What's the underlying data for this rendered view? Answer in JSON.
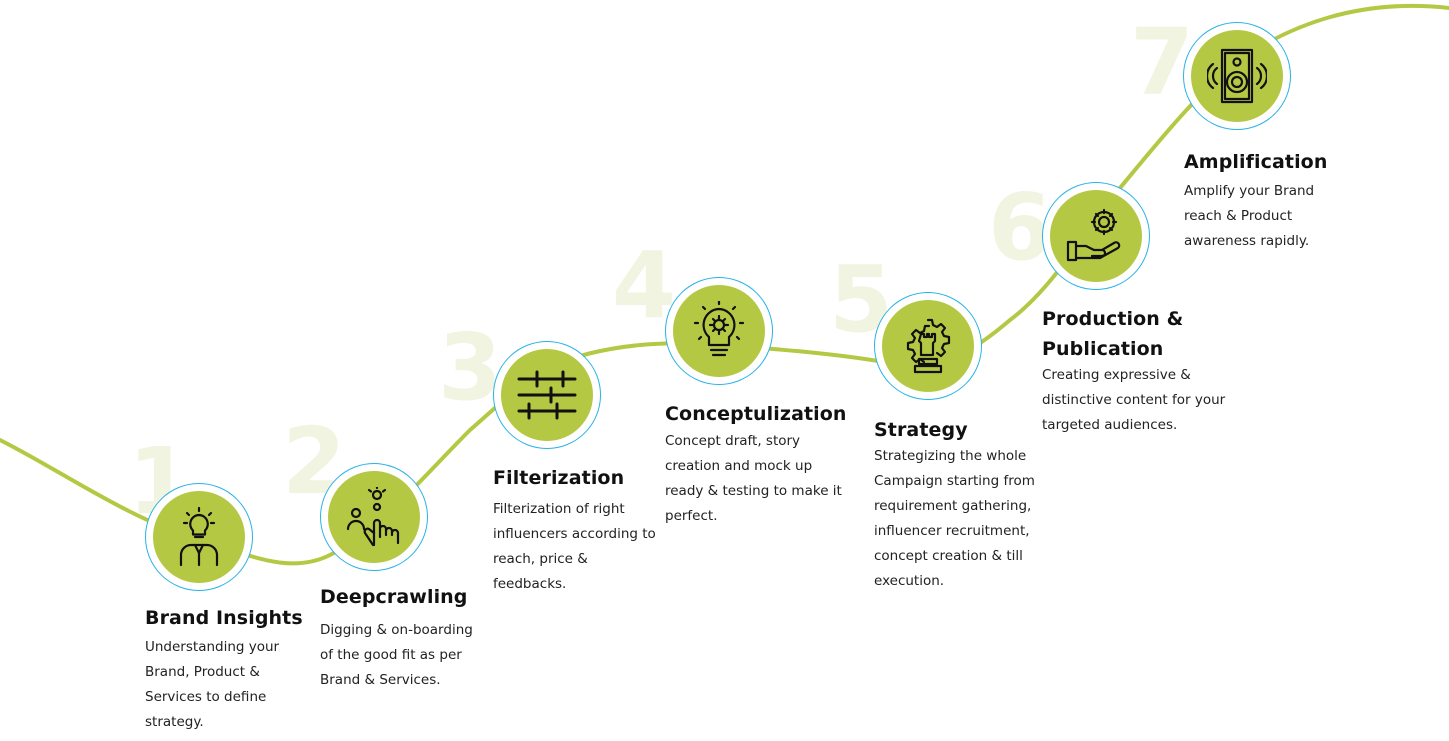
{
  "colors": {
    "accent": "#b5c844",
    "ring": "#29b3e6",
    "number": "#f1f4e0",
    "text": "#111111"
  },
  "steps": [
    {
      "number": "1",
      "title": "Brand Insights",
      "icon": "idea-person-icon",
      "description": "Understanding your Brand, Product & Services to define strategy."
    },
    {
      "number": "2",
      "title": "Deepcrawling",
      "icon": "hand-touch-people-icon",
      "description": "Digging & on-boarding of the good fit as per Brand & Services."
    },
    {
      "number": "3",
      "title": "Filterization",
      "icon": "sliders-icon",
      "description": "Filterization of right influencers according to reach, price & feedbacks."
    },
    {
      "number": "4",
      "title": "Conceptulization",
      "icon": "lightbulb-gear-icon",
      "description": "Concept draft, story creation and mock up ready & testing to make it perfect."
    },
    {
      "number": "5",
      "title": "Strategy",
      "icon": "gear-chess-rook-icon",
      "description": "Strategizing the whole Campaign starting from requirement gathering, influencer recruitment, concept creation & till execution."
    },
    {
      "number": "6",
      "title": "Production & Publication",
      "icon": "hand-gear-icon",
      "description": "Creating expressive & distinctive content for your targeted audiences."
    },
    {
      "number": "7",
      "title": "Amplification",
      "icon": "speaker-icon",
      "description": "Amplify your Brand reach & Product awareness rapidly."
    }
  ]
}
